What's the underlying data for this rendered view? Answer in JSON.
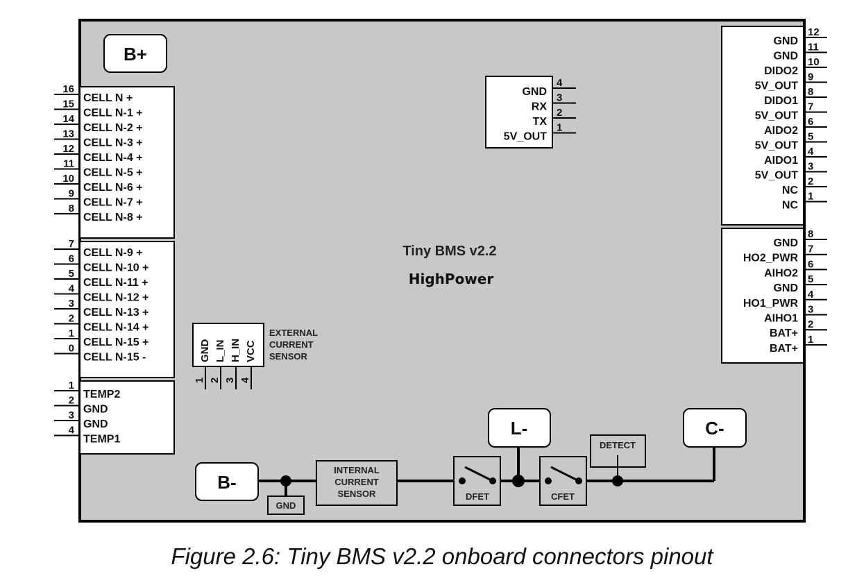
{
  "diagram": {
    "board_title": "Tiny BMS v2.2",
    "board_subtitle": "HighPower",
    "caption": "Figure 2.6: Tiny BMS v2.2 onboard connectors pinout",
    "colors": {
      "board": "#c8c8c8",
      "connector": "#ffffff",
      "stroke": "#000000"
    }
  },
  "terminals": {
    "b_plus": "B+",
    "b_minus": "B-",
    "l_minus": "L-",
    "c_minus": "C-"
  },
  "cell_connector_a": {
    "pins": [
      {
        "num": "16",
        "label": "CELL N +"
      },
      {
        "num": "15",
        "label": "CELL N-1 +"
      },
      {
        "num": "14",
        "label": "CELL N-2 +"
      },
      {
        "num": "13",
        "label": "CELL N-3 +"
      },
      {
        "num": "12",
        "label": "CELL N-4 +"
      },
      {
        "num": "11",
        "label": "CELL N-5 +"
      },
      {
        "num": "10",
        "label": "CELL N-6 +"
      },
      {
        "num": "9",
        "label": "CELL N-7 +"
      },
      {
        "num": "8",
        "label": "CELL N-8 +"
      }
    ]
  },
  "cell_connector_b": {
    "pins": [
      {
        "num": "7",
        "label": "CELL N-9 +"
      },
      {
        "num": "6",
        "label": "CELL N-10 +"
      },
      {
        "num": "5",
        "label": "CELL N-11 +"
      },
      {
        "num": "4",
        "label": "CELL N-12 +"
      },
      {
        "num": "3",
        "label": "CELL N-13 +"
      },
      {
        "num": "2",
        "label": "CELL N-14 +"
      },
      {
        "num": "1",
        "label": "CELL N-15 +"
      },
      {
        "num": "0",
        "label": "CELL N-15 -"
      }
    ]
  },
  "temp_connector": {
    "pins": [
      {
        "num": "1",
        "label": "TEMP2"
      },
      {
        "num": "2",
        "label": "GND"
      },
      {
        "num": "3",
        "label": "GND"
      },
      {
        "num": "4",
        "label": "TEMP1"
      }
    ]
  },
  "uart_connector": {
    "pins": [
      {
        "num": "4",
        "label": "GND"
      },
      {
        "num": "3",
        "label": "RX"
      },
      {
        "num": "2",
        "label": "TX"
      },
      {
        "num": "1",
        "label": "5V_OUT"
      }
    ]
  },
  "io_connector": {
    "pins": [
      {
        "num": "12",
        "label": "GND"
      },
      {
        "num": "11",
        "label": "GND"
      },
      {
        "num": "10",
        "label": "DIDO2"
      },
      {
        "num": "9",
        "label": "5V_OUT"
      },
      {
        "num": "8",
        "label": "DIDO1"
      },
      {
        "num": "7",
        "label": "5V_OUT"
      },
      {
        "num": "6",
        "label": "AIDO2"
      },
      {
        "num": "5",
        "label": "5V_OUT"
      },
      {
        "num": "4",
        "label": "AIDO1"
      },
      {
        "num": "3",
        "label": "5V_OUT"
      },
      {
        "num": "2",
        "label": "NC"
      },
      {
        "num": "1",
        "label": "NC"
      }
    ]
  },
  "power_connector": {
    "pins": [
      {
        "num": "8",
        "label": "GND"
      },
      {
        "num": "7",
        "label": "HO2_PWR"
      },
      {
        "num": "6",
        "label": "AIHO2"
      },
      {
        "num": "5",
        "label": "GND"
      },
      {
        "num": "4",
        "label": "HO1_PWR"
      },
      {
        "num": "3",
        "label": "AIHO1"
      },
      {
        "num": "2",
        "label": "BAT+"
      },
      {
        "num": "1",
        "label": "BAT+"
      }
    ]
  },
  "ext_current_sensor": {
    "title_lines": [
      "EXTERNAL",
      "CURRENT",
      "SENSOR"
    ],
    "pins": [
      {
        "num": "1",
        "label": "GND"
      },
      {
        "num": "2",
        "label": "L_IN"
      },
      {
        "num": "3",
        "label": "H_IN"
      },
      {
        "num": "4",
        "label": "VCC"
      }
    ]
  },
  "power_path": {
    "gnd_label": "GND",
    "internal_sensor_lines": [
      "INTERNAL",
      "CURRENT",
      "SENSOR"
    ],
    "dfet_label": "DFET",
    "cfet_label": "CFET",
    "detect_label": "DETECT"
  }
}
